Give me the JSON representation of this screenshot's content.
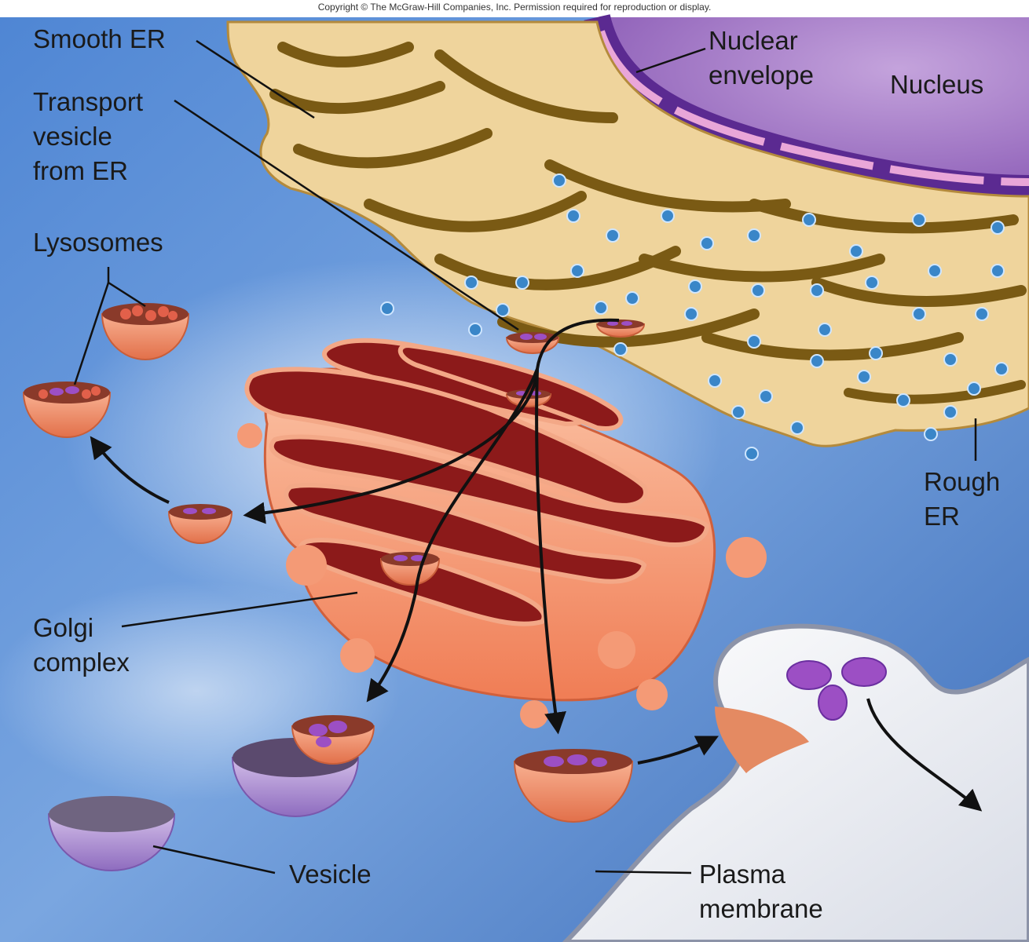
{
  "copyright": "Copyright © The McGraw-Hill Companies, Inc. Permission required for reproduction or display.",
  "labels": {
    "smooth_er": "Smooth ER",
    "transport_vesicle": [
      "Transport",
      "vesicle",
      "from ER"
    ],
    "lysosomes": "Lysosomes",
    "golgi_complex": [
      "Golgi",
      "complex"
    ],
    "vesicle": "Vesicle",
    "plasma_membrane": [
      "Plasma",
      "membrane"
    ],
    "nuclear_envelope": [
      "Nuclear",
      "envelope"
    ],
    "nucleus": "Nucleus",
    "rough_er": [
      "Rough",
      "ER"
    ]
  },
  "colors": {
    "cytoplasm": "#5b8fd6",
    "er": "#efd49c",
    "er_shadow": "#7a5a14",
    "nucleus": "#a87cc8",
    "envelope": "#6b2fa0",
    "golgi_outer": "#f5a07e",
    "golgi_lumen": "#8c1a1a",
    "vesicle_purple": "#b89cd8",
    "ribosome": "#3a86c8",
    "exterior": "#eef0f4"
  }
}
